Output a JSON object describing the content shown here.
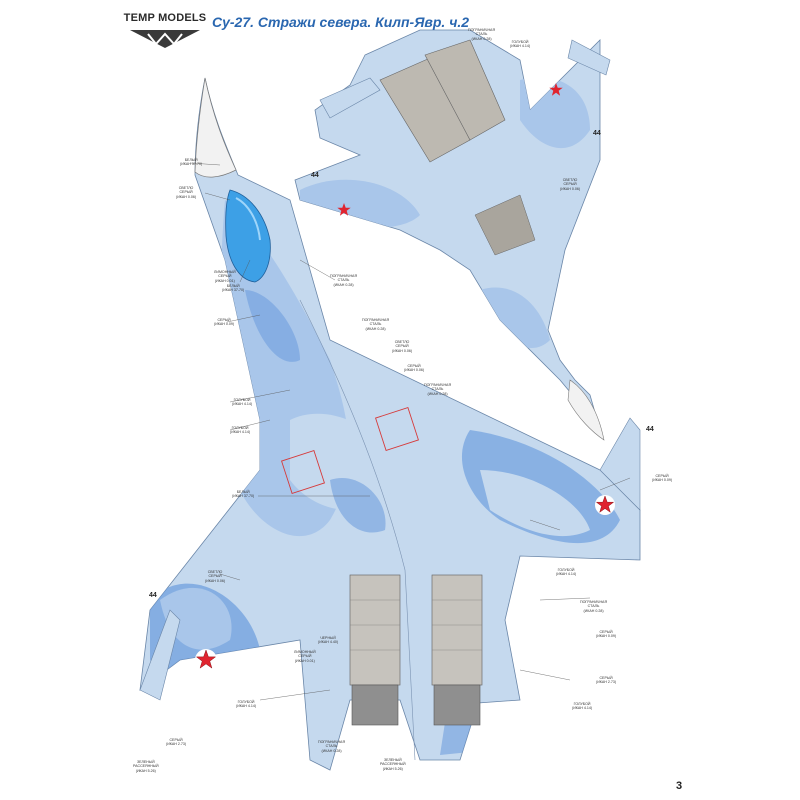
{
  "header": {
    "logo_text": "TEMP MODELS",
    "title": "Су-27. Стражи севера. Килп-Явр. ч.2"
  },
  "page_number": "3",
  "colors": {
    "title_blue": "#2a67b0",
    "camo_light": "#c5d9ee",
    "camo_mid": "#a9c6ea",
    "camo_dark": "#6f9fde",
    "canopy": "#3da0e6",
    "radome": "#f2f2f2",
    "star_red": "#e0242f"
  },
  "icons": [
    "temp-models-logo-icon",
    "red-star-insignia-icon",
    "rudder-silhouette-icon"
  ],
  "tail_numbers": [
    "44",
    "44",
    "44",
    "44"
  ],
  "callouts": [
    "СВЕТЛО\nСЕРЫЙ\n(ИКАН 0.06)",
    "БЕЛЫЙ\n(ИКАН 37-70)",
    "ПОГРАНИЧНАЯ\nСТАЛЬ\n(ИКАН 0.28)",
    "ЛИМОННЫЙ\nСЕРЫЙ\n(ИКАН 0.01)",
    "СЕРЫЙ\n(ИКАН 0.09)",
    "БЕЛЫЙ\n(ИКАН 37-70)",
    "ПОГРАНИЧНАЯ\nСТАЛЬ\n(ИКАН 0.28)",
    "ПОГРАНИЧНАЯ\nСТАЛЬ\n(ИКАН 0.28)",
    "СВЕТЛО\nСЕРЫЙ\n(ИКАН 0.06)",
    "ГОЛУБОЙ\n(ИКАН 4.14)",
    "СЕРЫЙ\n(ИКАН 0.06)",
    "БЕЛЫЙ\n(ИКАН 37-70)",
    "ГОЛУБОЙ\n(ИКАН 4.14)",
    "СВЕТЛО\nСЕРЫЙ\n(ИКАН 0.06)",
    "СЕРЫЙ\n(ИКАН 0.09)",
    "ПОГРАНИЧНАЯ\nСТАЛЬ\n(ИКАН 0.28)",
    "СЕРЫЙ\n(ИКАН 0.09)",
    "ГОЛУБОЙ\n(ИКАН 4.14)",
    "ЧЕРНЫЙ\n(ИКАН 4.40)",
    "СЕРЫЙ\n(ИКАН 2.73)",
    "ЗЕЛЕНЫЙ\nРАССЕЯННЫЙ\n(ИКАН 5.26)",
    "ЛИМОННЫЙ\nСЕРЫЙ\n(ИКАН 0.01)",
    "ПОГРАНИЧНАЯ\nСТАЛЬ\n(ИКАН 0.28)",
    "ЗЕЛЕНЫЙ\nРАССЕЯННЫЙ\n(ИКАН 5.26)",
    "ПОГРАНИЧНАЯ\nСТАЛЬ\n(ИКАН 0.28)",
    "ГОЛУБОЙ\n(ИКАН 4.14)",
    "СЕРЫЙ\n(ИКАН 2.73)",
    "СВЕТЛО\nСЕРЫЙ\n(ИКАН 0.06)",
    "ГОЛУБОЙ\n(ИКАН 4.14)",
    "ГОЛУБОЙ\n(ИКАН 4.14)"
  ]
}
